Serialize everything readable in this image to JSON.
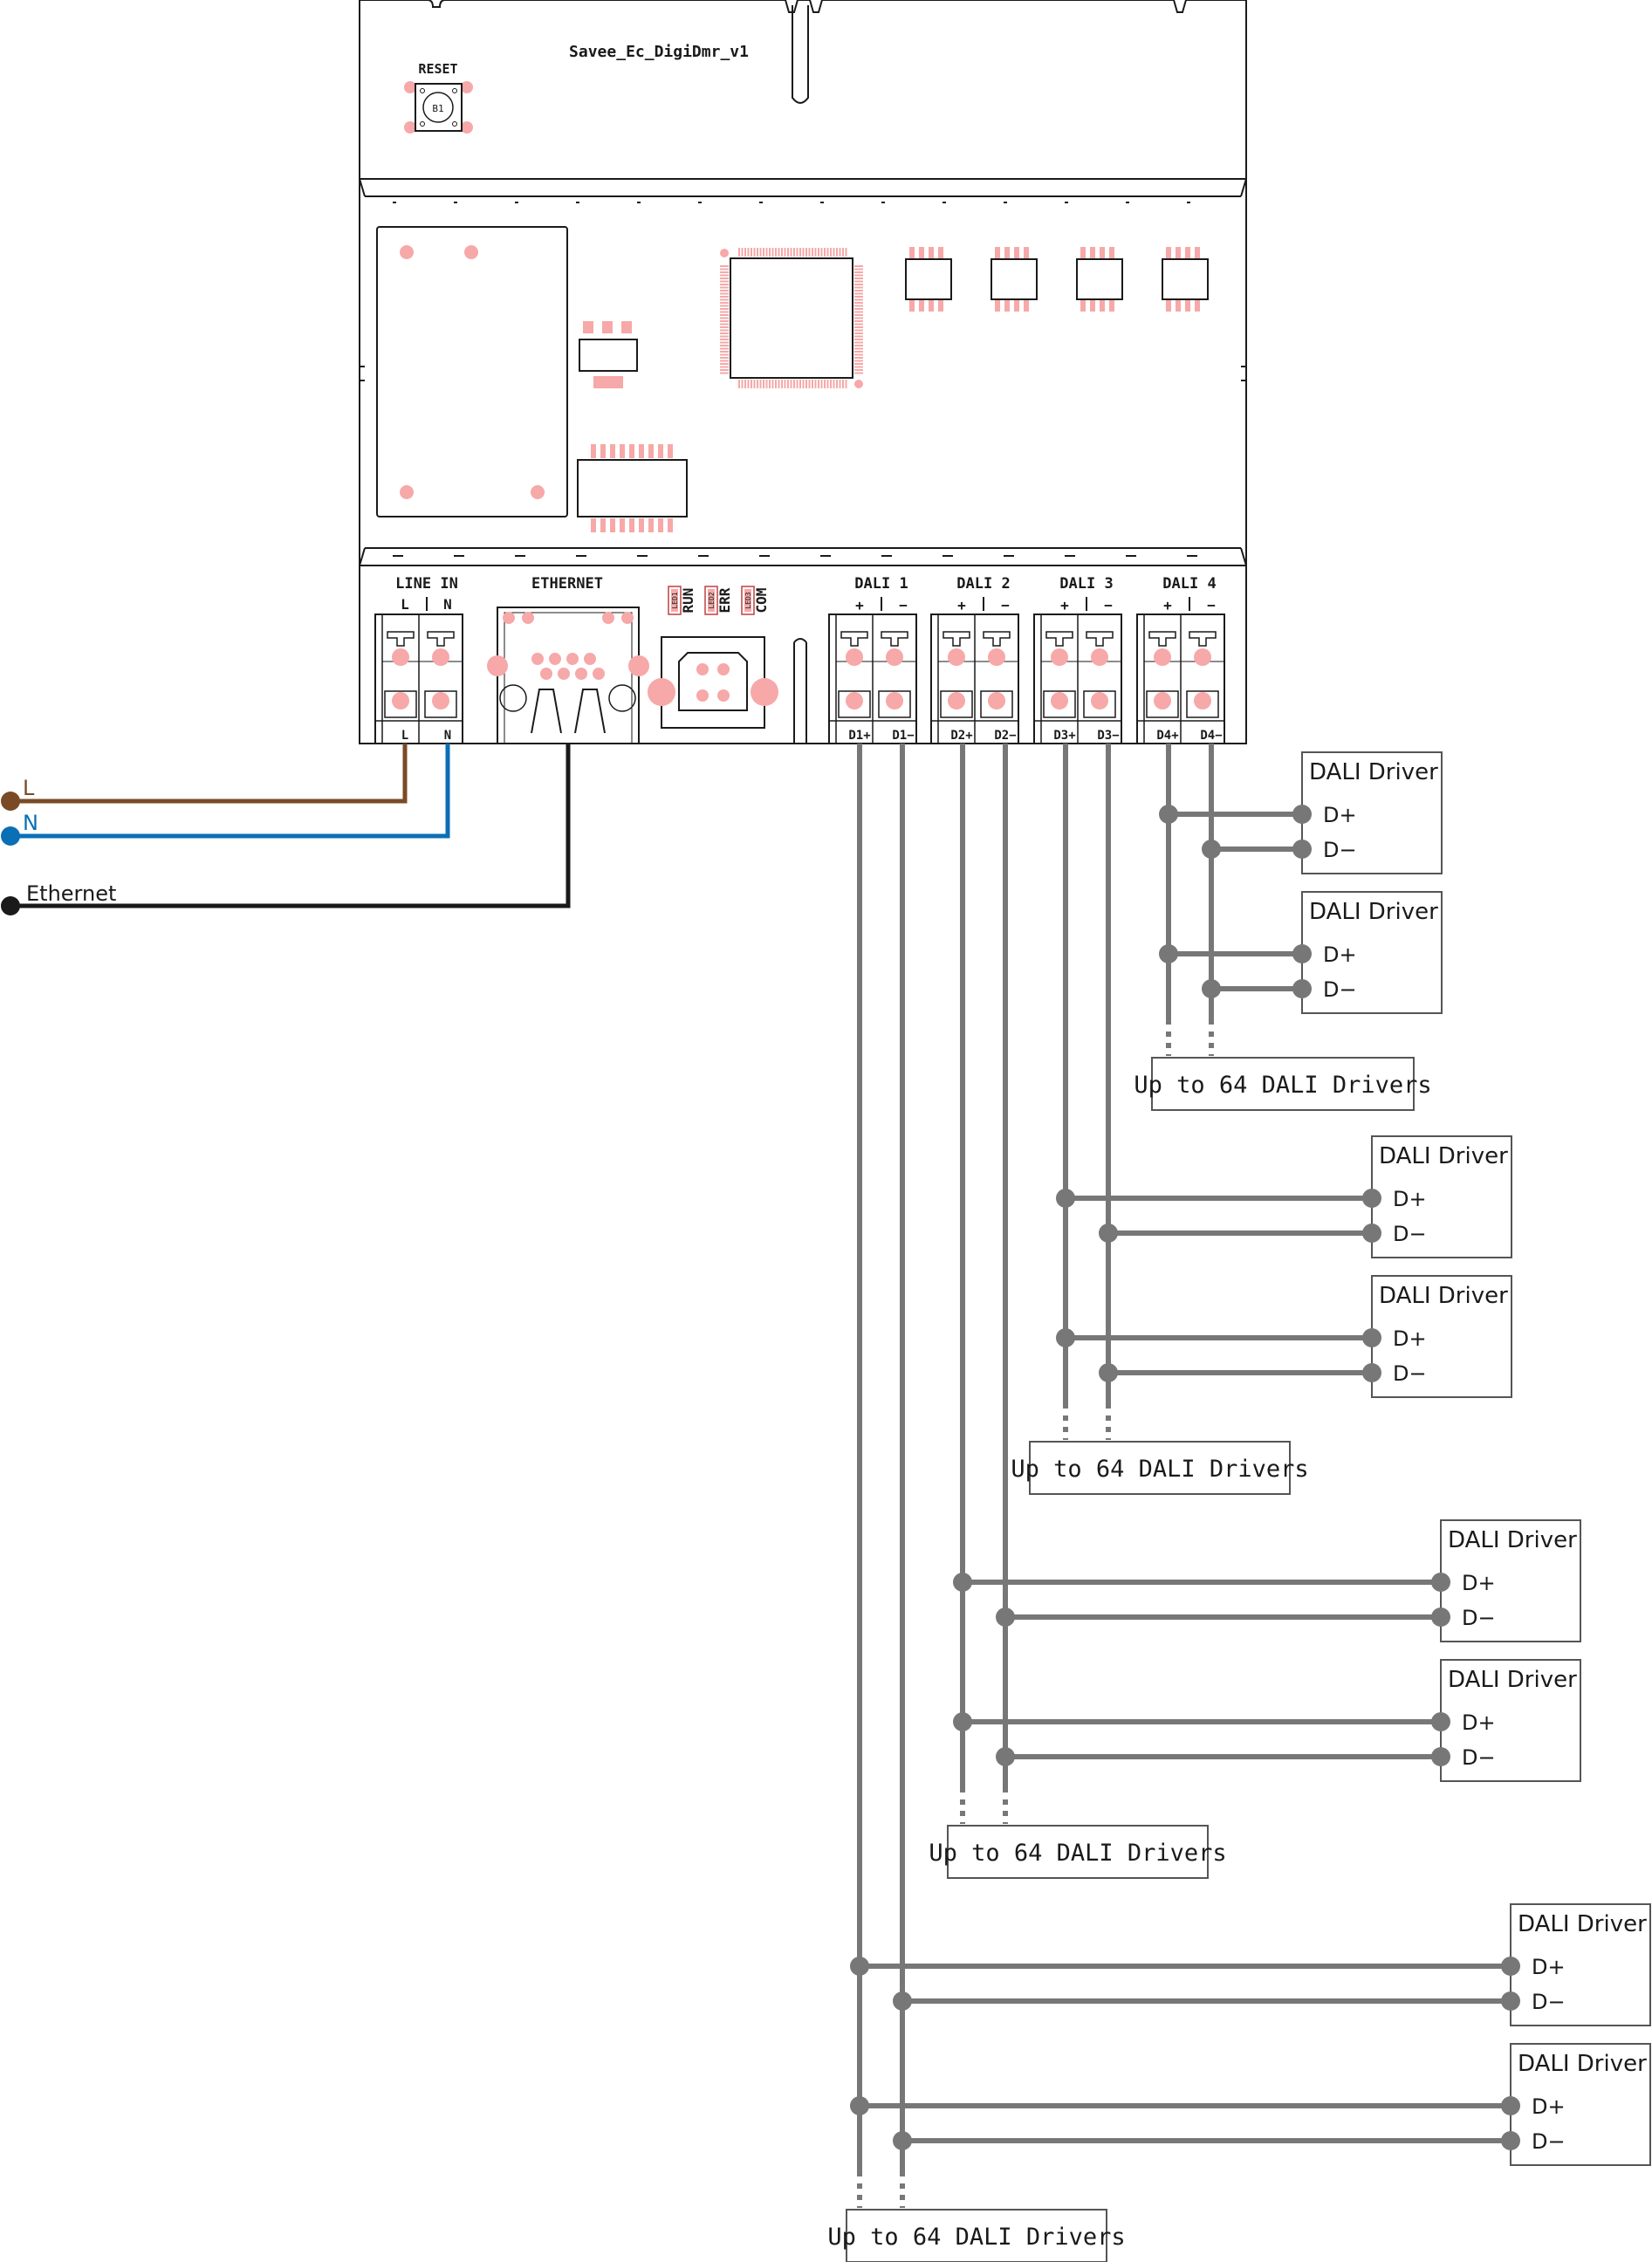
{
  "board": {
    "name": "Savee_Ec_DigiDmr_v1",
    "reset_label": "RESET",
    "button_ref": "B1"
  },
  "terminals": {
    "line_in": {
      "label": "LINE IN",
      "pins": [
        "L",
        "N"
      ],
      "bottom": [
        "L",
        "N"
      ]
    },
    "ethernet": {
      "label": "ETHERNET"
    },
    "leds": [
      {
        "ref": "LED1",
        "label": "RUN"
      },
      {
        "ref": "LED2",
        "label": "ERR"
      },
      {
        "ref": "LED3",
        "label": "COM"
      }
    ],
    "dali": [
      {
        "label": "DALI 1",
        "plus": "+",
        "minus": "−",
        "bottom": [
          "D1+",
          "D1−"
        ]
      },
      {
        "label": "DALI 2",
        "plus": "+",
        "minus": "−",
        "bottom": [
          "D2+",
          "D2−"
        ]
      },
      {
        "label": "DALI 3",
        "plus": "+",
        "minus": "−",
        "bottom": [
          "D3+",
          "D3−"
        ]
      },
      {
        "label": "DALI 4",
        "plus": "+",
        "minus": "−",
        "bottom": [
          "D4+",
          "D4−"
        ]
      }
    ]
  },
  "wires": {
    "L": {
      "label": "L",
      "color": "#7a4a26"
    },
    "N": {
      "label": "N",
      "color": "#0a6fb5"
    },
    "ethernet": {
      "label": "Ethernet",
      "color": "#1a1a1a"
    },
    "dali_color": "#777777"
  },
  "drivers": {
    "title": "DALI Driver",
    "plus": "D+",
    "minus": "D−",
    "summary": "Up to 64 DALI Drivers"
  },
  "colors": {
    "pad": "#f7a8a8",
    "outline": "#1a1a1a",
    "bus": "#777777"
  }
}
